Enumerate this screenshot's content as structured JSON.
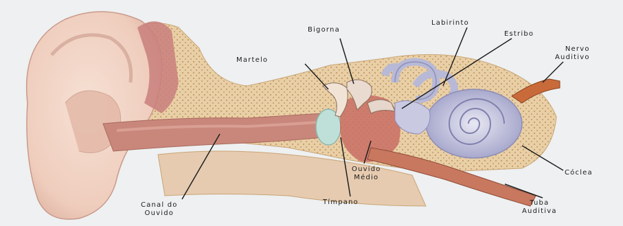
{
  "labels": {
    "martelo": "Martelo",
    "bigorna": "Bigorna",
    "labirinto": "Labirinto",
    "estribo": "Estribo",
    "nervo_auditivo": [
      "Nervo",
      "Auditivo"
    ],
    "coclea": "Cóclea",
    "tuba_auditiva": [
      "Tuba",
      "Auditiva"
    ],
    "tímpano": "Tímpano",
    "ouvido_medio": [
      "Ouvido",
      "Médio"
    ],
    "canal_do_ouvido": [
      "Canal do",
      "Ouvido"
    ]
  },
  "colors": {
    "background": "#eef0f1",
    "skin": "#f1d3c4",
    "skin_shadow": "#d7ad9b",
    "bone": "#e5c69a",
    "bone_dots": "#c9a16f",
    "canal": "#c9877b",
    "muscle": "#b8564e",
    "cochlea": "#b8b9d8",
    "nerve": "#c96a3a",
    "line": "#1f1f1f"
  }
}
